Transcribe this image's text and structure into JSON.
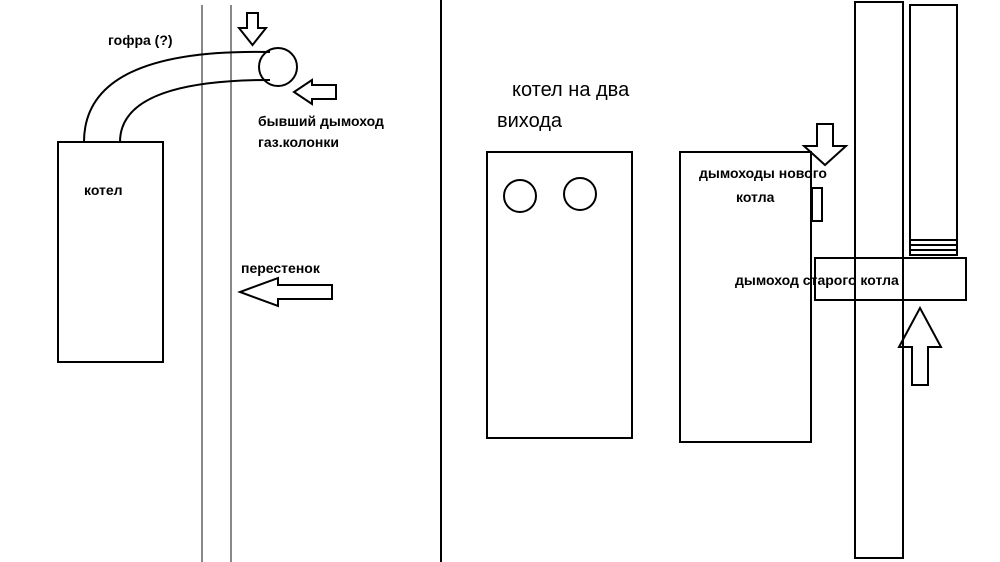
{
  "labels": {
    "gofra": "гофра  (?)",
    "old_chimney_line1": "бывший дымоход",
    "old_chimney_line2": "газ.колонки",
    "boiler": "котел",
    "partition": "перестенок",
    "two_outlet_line1": "котел на два",
    "two_outlet_line2": "вихода",
    "new_chimneys_line1": "дымоходы нового",
    "new_chimneys_line2": "котла",
    "old_boiler_chimney": "дымоход старого котла"
  },
  "colors": {
    "stroke": "#000000",
    "wall": "#888888",
    "background": "#ffffff"
  },
  "icons": {
    "down_arrow": "arrow-down-icon",
    "left_arrow": "arrow-left-icon",
    "up_arrow": "arrow-up-icon"
  }
}
